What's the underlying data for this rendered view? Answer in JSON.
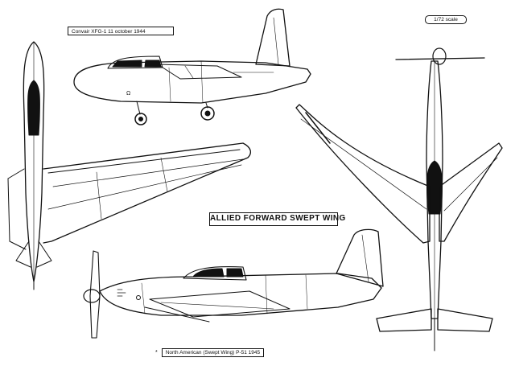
{
  "drawing": {
    "caption_top": "Convair XFG-1  11 october 1944",
    "scale": "1/72 scale",
    "title": "ALLIED FORWARD SWEPT WING",
    "caption_bottom_marker": "*",
    "caption_bottom": "North American (Swept Wing) P-51   1945"
  },
  "colors": {
    "ink": "#111111",
    "paper": "#ffffff"
  }
}
